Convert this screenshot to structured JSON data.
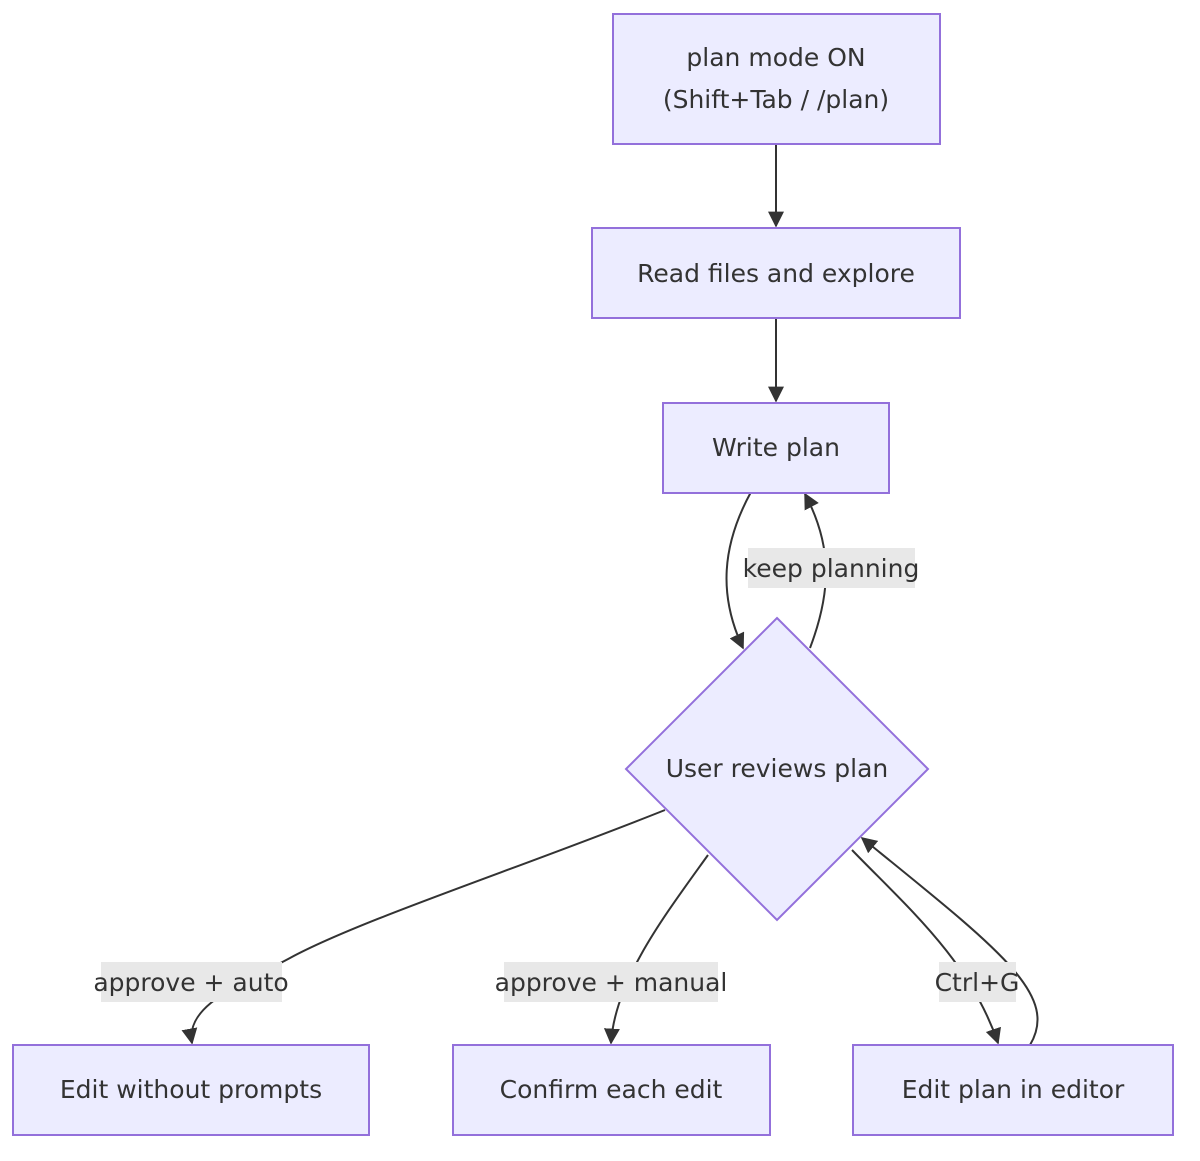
{
  "nodes": {
    "plan_mode": {
      "line1": "plan mode ON",
      "line2": "(Shift+Tab / /plan)"
    },
    "read_files": {
      "label": "Read files and explore"
    },
    "write_plan": {
      "label": "Write plan"
    },
    "user_reviews": {
      "label": "User reviews plan"
    },
    "edit_without_prompts": {
      "label": "Edit without prompts"
    },
    "confirm_each_edit": {
      "label": "Confirm each edit"
    },
    "edit_plan_in_editor": {
      "label": "Edit plan in editor"
    }
  },
  "edges": {
    "keep_planning": {
      "label": "keep planning"
    },
    "approve_auto": {
      "label": "approve + auto"
    },
    "approve_manual": {
      "label": "approve + manual"
    },
    "ctrl_g": {
      "label": "Ctrl+G"
    }
  },
  "colors": {
    "node_fill": "#ECECFF",
    "node_stroke": "#9370DB",
    "edge": "#333333",
    "edge_label_bg": "#e8e8e8"
  }
}
